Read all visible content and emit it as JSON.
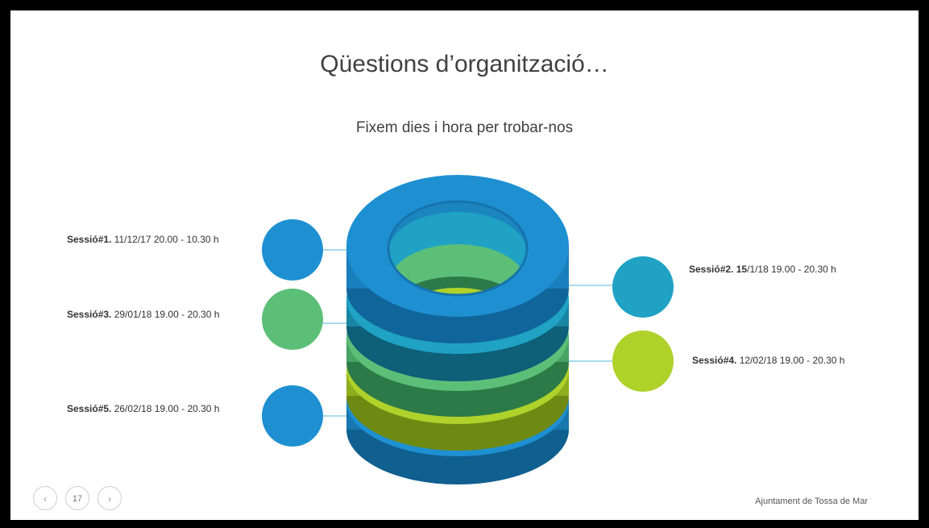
{
  "slide": {
    "title": "Qüestions d’organització…",
    "subtitle": "Fixem dies i hora per trobar-nos",
    "footer": "Ajuntament de Tossa de Mar",
    "page_number": "17"
  },
  "nav": {
    "prev_icon": "‹",
    "next_icon": "›"
  },
  "sessions": [
    {
      "bold": "Sessió#1.",
      "text": " 11/12/17  20.00 - 10.30 h",
      "color": "#1E90D2"
    },
    {
      "bold": "Sessió#2. 15",
      "text": "/1/18  19.00 - 20.30 h",
      "color": "#1FA2C4"
    },
    {
      "bold": "Sessió#3.",
      "text": " 29/01/18  19.00 - 20.30 h",
      "color": "#5CBF78"
    },
    {
      "bold": "Sessió#4.",
      "text": " 12/02/18  19.00 - 20.30 h",
      "color": "#AFD12A"
    },
    {
      "bold": "Sessió#5.",
      "text": " 26/02/18  19.00 - 20.30 h",
      "color": "#1E90D2"
    }
  ],
  "colors": {
    "ring_blue": "#1E90D2",
    "ring_teal": "#1FA2C4",
    "ring_green": "#5CBF78",
    "ring_lime": "#AFD12A",
    "connector": "#8ccfe6"
  }
}
